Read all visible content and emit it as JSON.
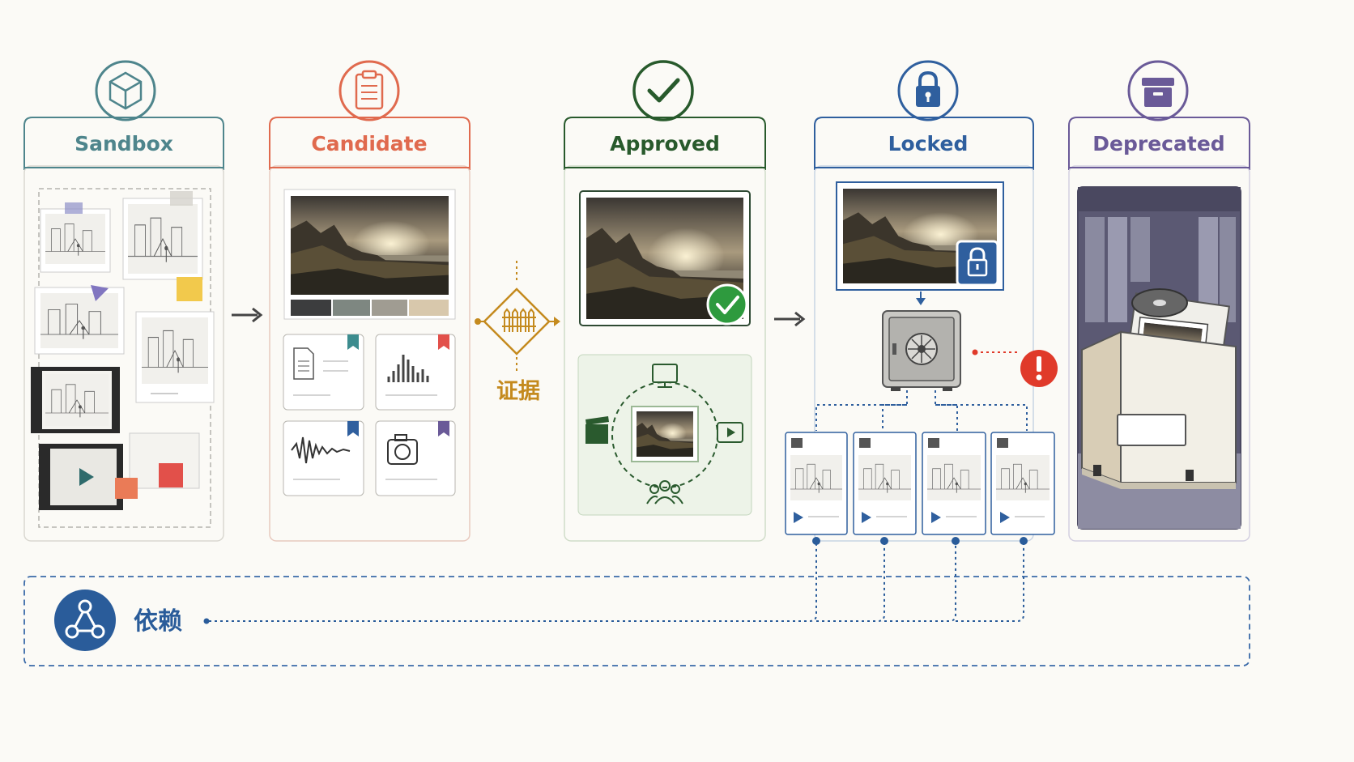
{
  "stages": [
    {
      "label": "Sandbox",
      "color": "#4e858c",
      "icon": "cube-icon"
    },
    {
      "label": "Candidate",
      "color": "#e06a4e",
      "icon": "clipboard-icon"
    },
    {
      "label": "Approved",
      "color": "#285a2c",
      "icon": "checkmark-icon"
    },
    {
      "label": "Locked",
      "color": "#2f5f9e",
      "icon": "lock-icon"
    },
    {
      "label": "Deprecated",
      "color": "#6a5a98",
      "icon": "archive-box-icon"
    }
  ],
  "evidence": {
    "label": "证据",
    "color": "#c48a1e",
    "icon": "fence-icon"
  },
  "dependency": {
    "label": "依赖",
    "color": "#2a5c9a",
    "icon": "graph-nodes-icon"
  },
  "colors": {
    "background": "#fbfaf6",
    "alert": "#e03a2a",
    "approved_badge": "#2e9a3e"
  }
}
